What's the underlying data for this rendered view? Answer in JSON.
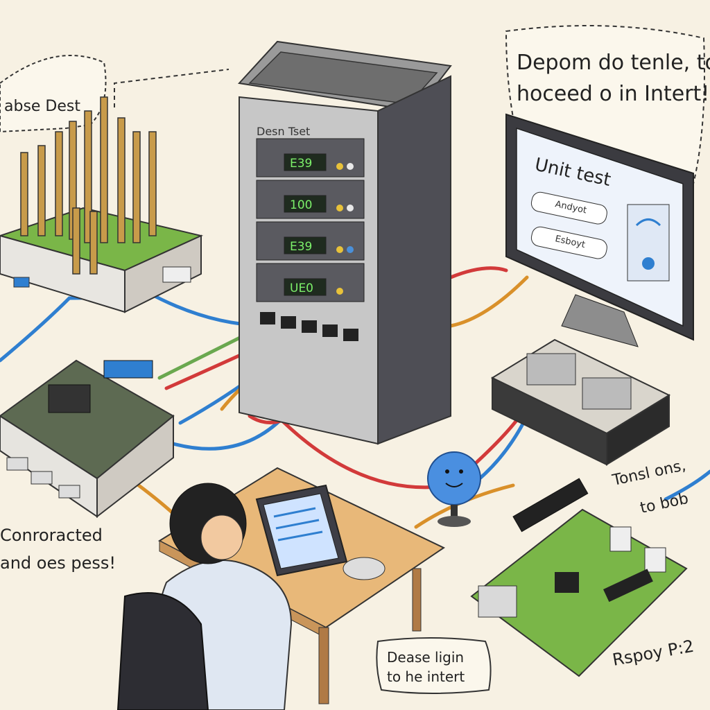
{
  "annotations": {
    "top_left": "abse Dest",
    "top_right_line1": "Depom do tenle, to",
    "top_right_line2": "hoceed  o in Intert!",
    "bottom_left_line1": "Conroracted",
    "bottom_left_line2": "and oes pess!",
    "bottom_center_line1": "Dease ligin",
    "bottom_center_line2": "to he intert",
    "right_line1": "Tonsl ons,",
    "right_line2": "to bob",
    "board_label": "Rspoy P:2"
  },
  "server": {
    "title": "Desn Tset",
    "displays": [
      "E39",
      "100",
      "E39",
      "UE0"
    ]
  },
  "monitor": {
    "heading": "Unit test",
    "field1": "Andyot",
    "field2": "Esboyt"
  },
  "colors": {
    "background": "#f7f1e3",
    "cable_blue": "#2f7fd0",
    "cable_red": "#d23a3a",
    "cable_green": "#6aa84f",
    "cable_orange": "#d9902a",
    "pcb_green": "#6aa63c"
  }
}
